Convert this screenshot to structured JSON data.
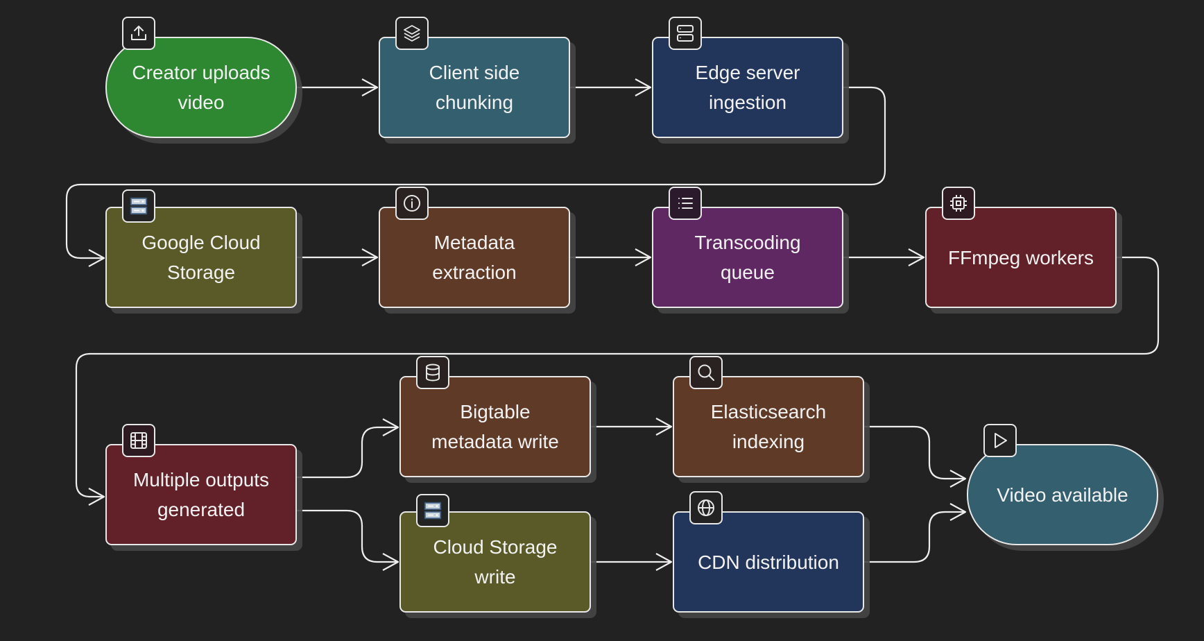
{
  "diagram": {
    "type": "flowchart",
    "nodes": [
      {
        "id": "upload",
        "label": "Creator uploads\nvideo",
        "icon": "upload-icon",
        "color": "#2e8731",
        "shape": "pill"
      },
      {
        "id": "chunk",
        "label": "Client side\nchunking",
        "icon": "layers-icon",
        "color": "#345f6e",
        "shape": "rect"
      },
      {
        "id": "edge",
        "label": "Edge server\ningestion",
        "icon": "server-icon",
        "color": "#22355a",
        "shape": "rect"
      },
      {
        "id": "gcs",
        "label": "Google Cloud\nStorage",
        "icon": "storage-icon",
        "color": "#5a5a28",
        "shape": "rect"
      },
      {
        "id": "meta",
        "label": "Metadata\nextraction",
        "icon": "info-icon",
        "color": "#5e3a27",
        "shape": "rect"
      },
      {
        "id": "queue",
        "label": "Transcoding\nqueue",
        "icon": "list-icon",
        "color": "#5f2862",
        "shape": "rect"
      },
      {
        "id": "ffmpeg",
        "label": "FFmpeg workers",
        "icon": "cpu-icon",
        "color": "#622128",
        "shape": "rect"
      },
      {
        "id": "outputs",
        "label": "Multiple outputs\ngenerated",
        "icon": "film-icon",
        "color": "#622128",
        "shape": "rect"
      },
      {
        "id": "bigtable",
        "label": "Bigtable\nmetadata write",
        "icon": "database-icon",
        "color": "#5e3a27",
        "shape": "rect"
      },
      {
        "id": "elastic",
        "label": "Elasticsearch\nindexing",
        "icon": "search-icon",
        "color": "#5e3a27",
        "shape": "rect"
      },
      {
        "id": "cswrite",
        "label": "Cloud Storage\nwrite",
        "icon": "storage-icon",
        "color": "#5a5a28",
        "shape": "rect"
      },
      {
        "id": "cdn",
        "label": "CDN distribution",
        "icon": "globe-icon",
        "color": "#22355a",
        "shape": "rect"
      },
      {
        "id": "available",
        "label": "Video available",
        "icon": "play-icon",
        "color": "#345f6e",
        "shape": "pill"
      }
    ],
    "edges": [
      {
        "from": "upload",
        "to": "chunk"
      },
      {
        "from": "chunk",
        "to": "edge"
      },
      {
        "from": "edge",
        "to": "gcs"
      },
      {
        "from": "gcs",
        "to": "meta"
      },
      {
        "from": "meta",
        "to": "queue"
      },
      {
        "from": "queue",
        "to": "ffmpeg"
      },
      {
        "from": "ffmpeg",
        "to": "outputs"
      },
      {
        "from": "outputs",
        "to": "bigtable"
      },
      {
        "from": "outputs",
        "to": "cswrite"
      },
      {
        "from": "bigtable",
        "to": "elastic"
      },
      {
        "from": "cswrite",
        "to": "cdn"
      },
      {
        "from": "elastic",
        "to": "available"
      },
      {
        "from": "cdn",
        "to": "available"
      }
    ]
  }
}
